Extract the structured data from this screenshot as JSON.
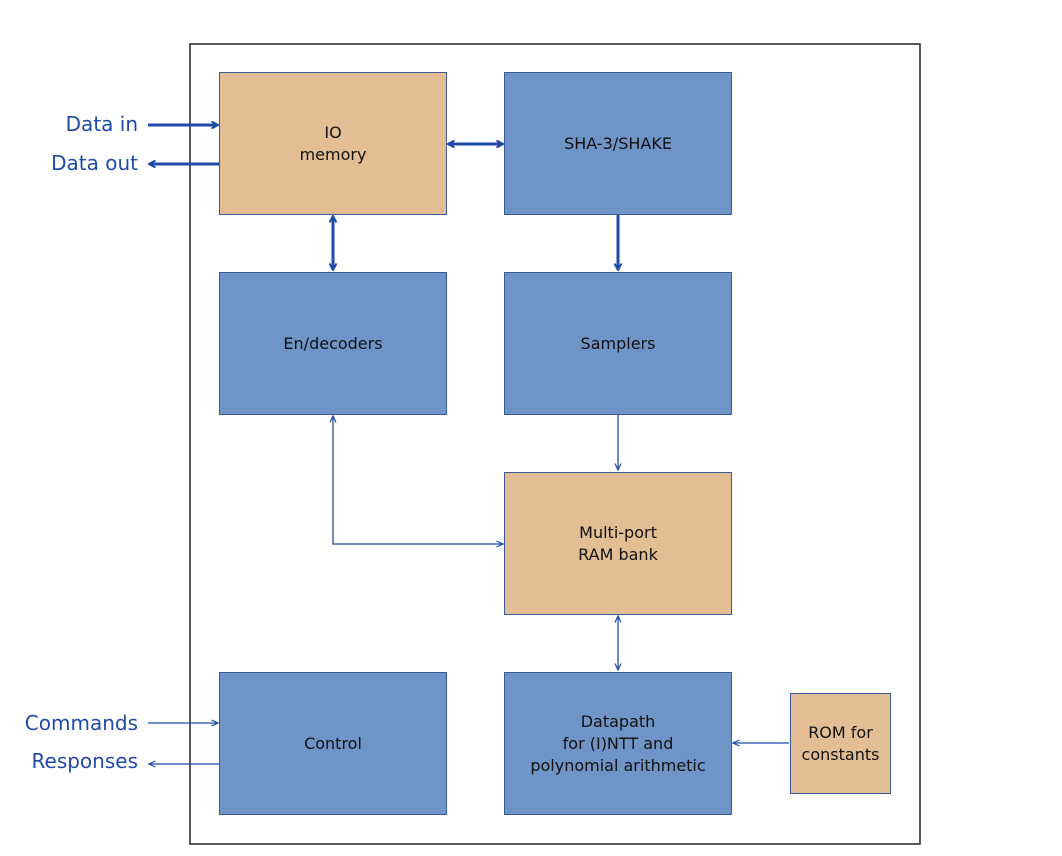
{
  "blocks": {
    "io_memory": {
      "line1": "IO",
      "line2": "memory"
    },
    "sha3": {
      "line1": "SHA-3/SHAKE"
    },
    "endecoders": {
      "line1": "En/decoders"
    },
    "samplers": {
      "line1": "Samplers"
    },
    "ram_bank": {
      "line1": "Multi-port",
      "line2": "RAM bank"
    },
    "control": {
      "line1": "Control"
    },
    "datapath": {
      "line1": "Datapath",
      "line2": "for (I)NTT and",
      "line3": "polynomial arithmetic"
    },
    "rom": {
      "line1": "ROM for",
      "line2": "constants"
    }
  },
  "external": {
    "data_in": "Data in",
    "data_out": "Data out",
    "commands": "Commands",
    "responses": "Responses"
  },
  "colors": {
    "memory_fill": "#e3bd93",
    "logic_fill": "#6f95c8",
    "arrow": "#1f4aa8",
    "frame": "#222222"
  }
}
